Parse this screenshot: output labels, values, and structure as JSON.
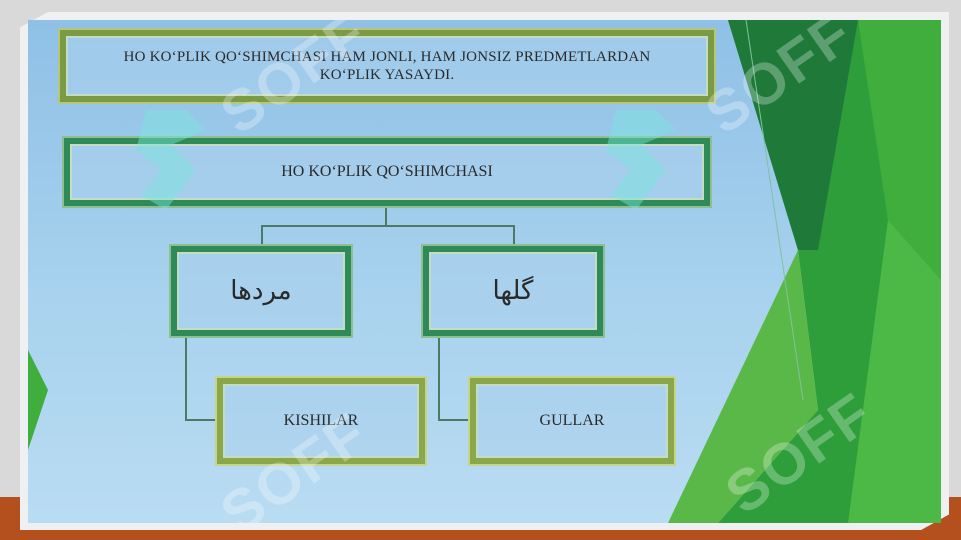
{
  "slide": {
    "title": "HO KO‘PLIK QO‘SHIMCHASI HAM JONLI, HAM JONSIZ PREDMETLARDAN KO‘PLIK YASAYDI.",
    "main_node": "HO KO‘PLIK QO‘SHIMCHASI",
    "left_node": "مردها",
    "right_node": "گلها",
    "left_child": "KISHILAR",
    "right_child": "GULLAR"
  },
  "watermark": {
    "text": "SOFF"
  },
  "colors": {
    "background": "#a8d2ee",
    "box_border": "#2e8b57",
    "accent_green": "#2e9e3a",
    "bottom_bar": "#b4501e"
  }
}
